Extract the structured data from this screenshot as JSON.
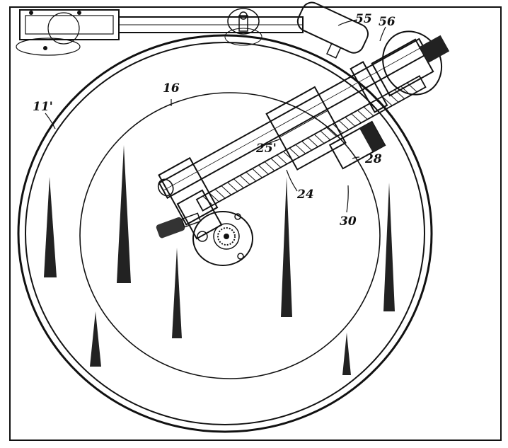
{
  "figure": {
    "kind": "patent drawing",
    "subject": "turntable with tone arm and feed screw",
    "colors": {
      "ink": "#111111",
      "paper": "#ffffff"
    },
    "reference_numerals": {
      "turntable_rim": "11'",
      "record_disc": "16",
      "feed_screw": "24",
      "screw_carriage": "25'",
      "arm_guide": "28",
      "pin": "30",
      "arm_weight": "55",
      "pivot_collar": "56"
    }
  }
}
